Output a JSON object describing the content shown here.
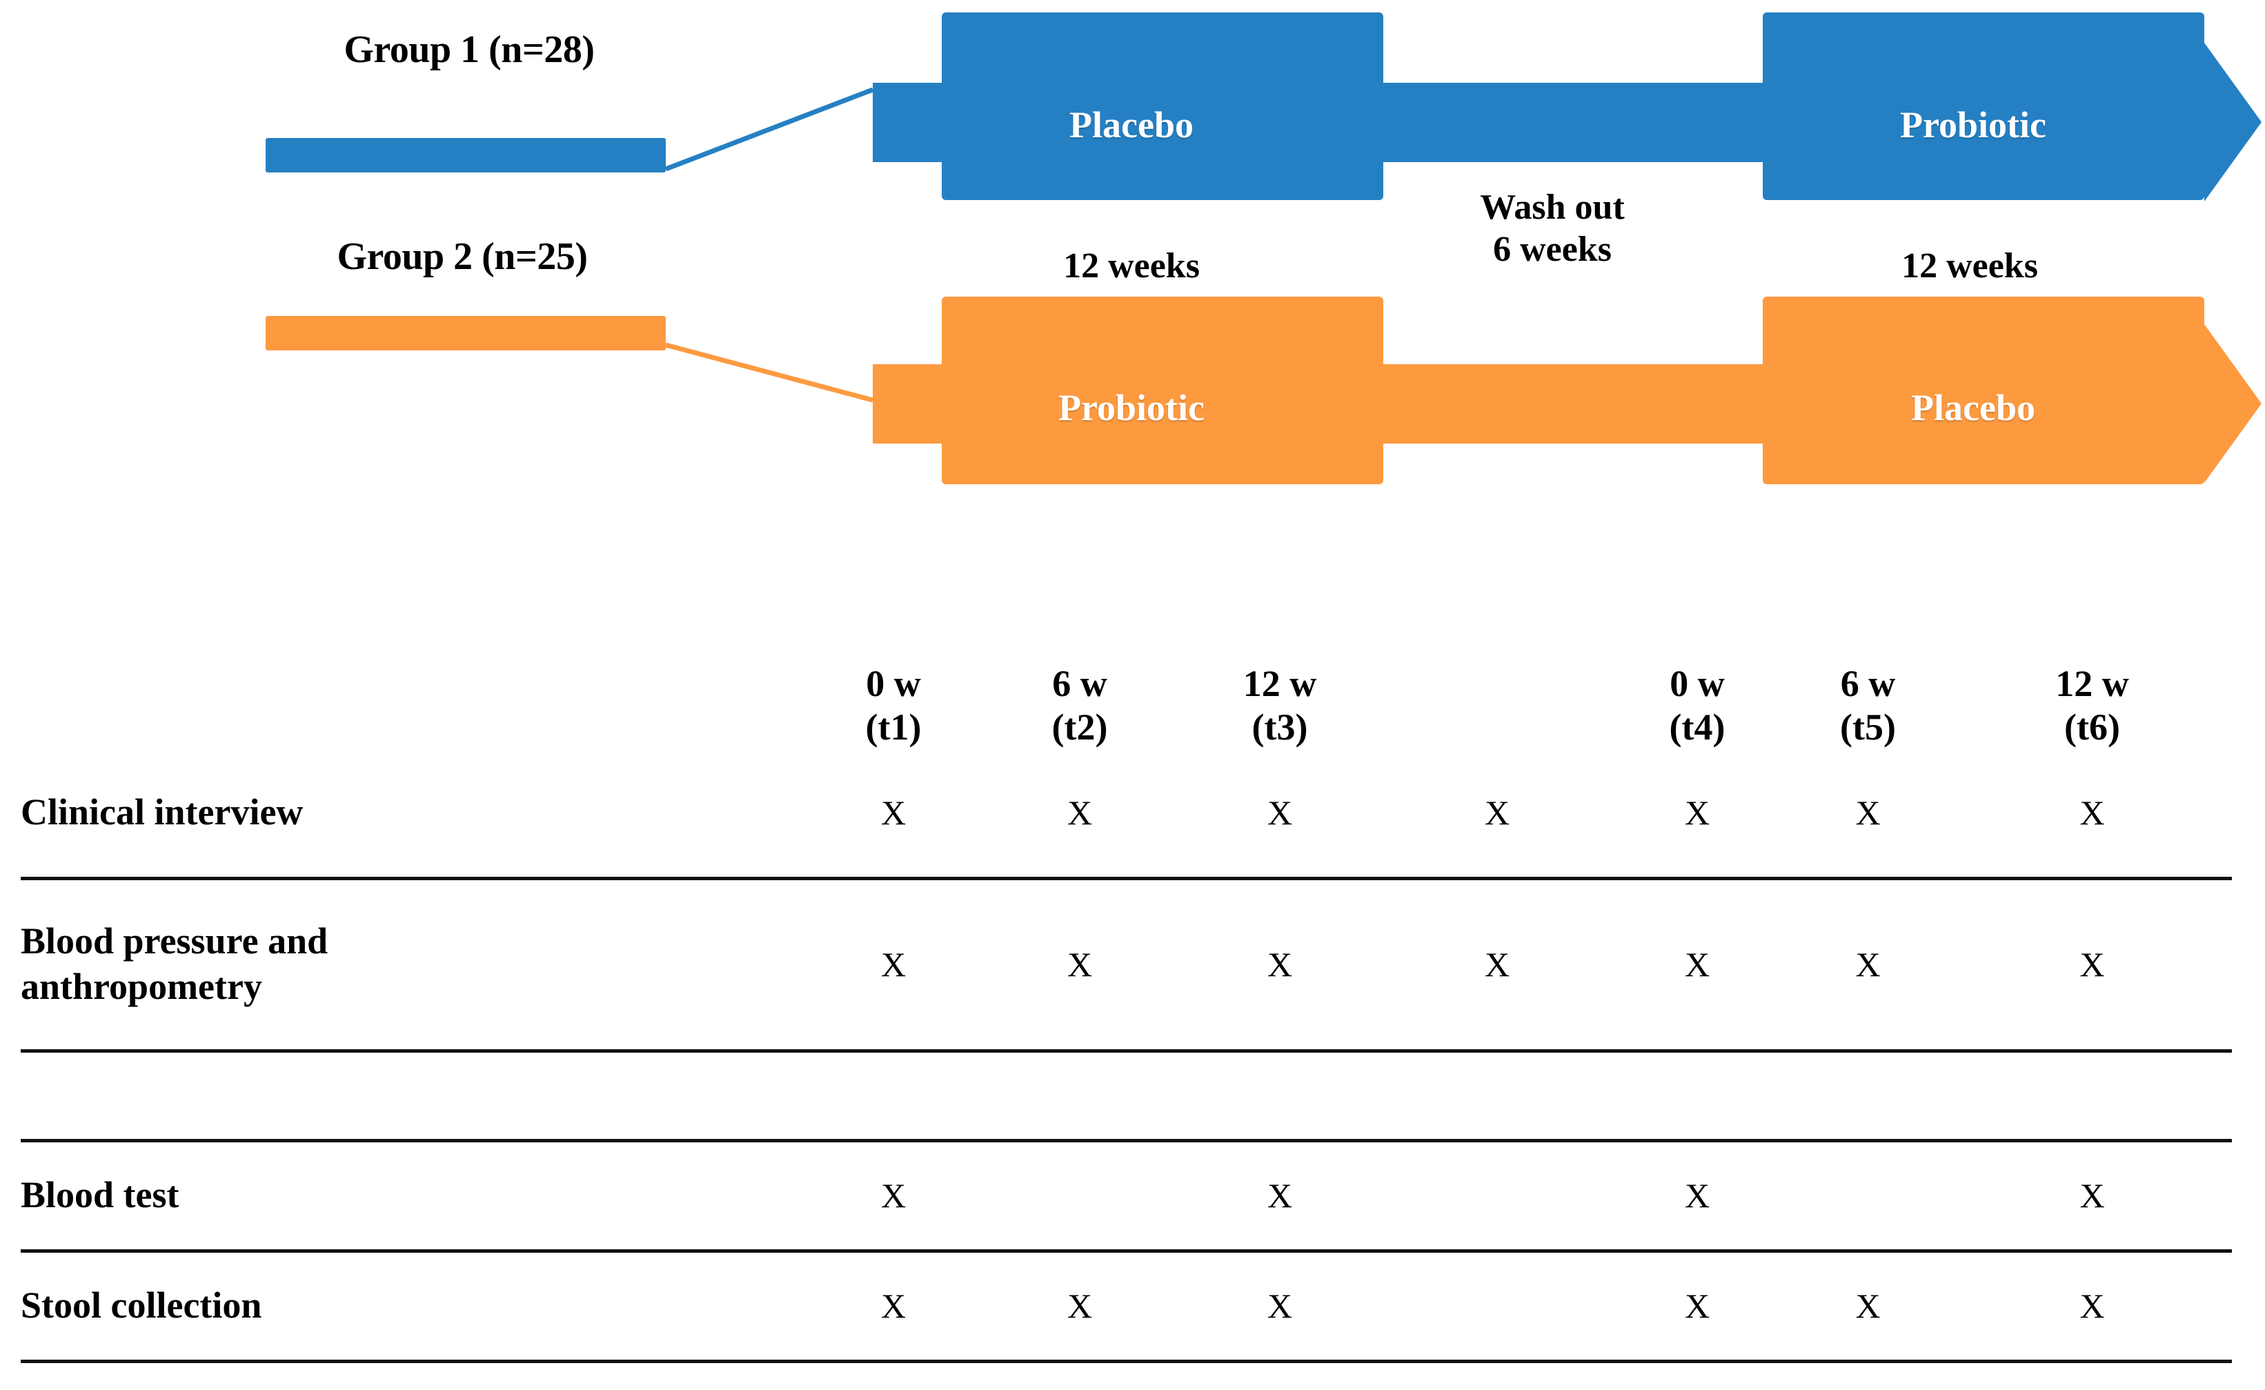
{
  "diagram": {
    "group1": {
      "label": "Group 1 (n=28)",
      "color": "#2580C3",
      "period1_arm": "Placebo",
      "period2_arm": "Probiotic"
    },
    "group2": {
      "label": "Group 2 (n=25)",
      "color": "#FD9A40",
      "period1_arm": "Probiotic",
      "period2_arm": "Placebo"
    },
    "phase_labels": {
      "period1": "12 weeks",
      "washout_line1": "Wash out",
      "washout_line2": "6 weeks",
      "period2": "12 weeks"
    }
  },
  "schedule": {
    "columns": [
      {
        "week": "0 w",
        "tp": "(t1)"
      },
      {
        "week": "6 w",
        "tp": "(t2)"
      },
      {
        "week": "12 w",
        "tp": "(t3)"
      },
      {
        "week": "",
        "tp": ""
      },
      {
        "week": "0 w",
        "tp": "(t4)"
      },
      {
        "week": "6 w",
        "tp": "(t5)"
      },
      {
        "week": "12 w",
        "tp": "(t6)"
      }
    ],
    "mark": "X",
    "rows": [
      {
        "label": "Clinical interview",
        "marks": [
          "X",
          "X",
          "X",
          "X",
          "X",
          "X",
          "X"
        ]
      },
      {
        "label": "Blood pressure and\nanthropometry",
        "marks": [
          "X",
          "X",
          "X",
          "X",
          "X",
          "X",
          "X"
        ]
      },
      {
        "label": "",
        "marks": [
          "",
          "",
          "",
          "",
          "",
          "",
          ""
        ]
      },
      {
        "label": "Blood  test",
        "marks": [
          "X",
          "",
          "X",
          "",
          "X",
          "",
          "X"
        ]
      },
      {
        "label": "Stool collection",
        "marks": [
          "X",
          "X",
          "X",
          "",
          "X",
          "X",
          "X"
        ]
      }
    ]
  }
}
